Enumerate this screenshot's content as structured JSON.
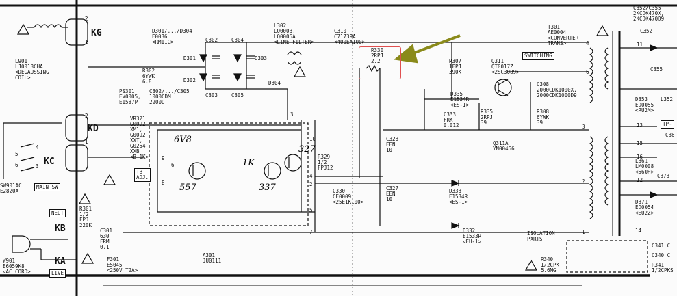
{
  "colors": {
    "ink": "#111111",
    "highlight": "#e05050",
    "arrow": "#8a8a1a"
  },
  "labels": {
    "kg": "KG",
    "kd": "KD",
    "kc": "KC",
    "kb": "KB",
    "ka": "KA",
    "l901": "L901\nLJ0013CHA\n<DEGAUSSING\nCOIL>",
    "d301": "D301/.../D304\nE0036\n<RM11C>",
    "c302": "C302",
    "c304": "C304",
    "d301b": "D301",
    "d302": "D302",
    "d303": "D303",
    "d304": "D304",
    "c303": "C303",
    "c305": "C305",
    "l302": "L302\nLQ0003,\nLQ0005A\n<LINE FILTER>",
    "c310": "C310\nC71739A\n<400EA100>",
    "r330": "R330\n2RPJ\n2.2",
    "t301": "T301\nAE0004\n<CONVERTER\nTRANS>",
    "c352_355": "C352/C355\n2KCDK470X,\n2KCDK470D9",
    "c352": "C352",
    "c355": "C355",
    "switching": "SWITCHING",
    "r307": "R307\n1FPJ\n390K",
    "q311": "Q311\nQT0017Z\n<2SC3089>",
    "d335": "D335\nE1534R\n<ES-1>",
    "c333": "C333\nFRK\n0.012",
    "r335": "R335\n2RPJ\n39",
    "c308": "C308\n2000CDK1000X,\n2000CDK1000D9",
    "r308": "R308\n6YWK\n39",
    "d353": "D353\nED0055\n<RU2M>",
    "l352": "L352",
    "r302": "R302\n6YWK\n6.8",
    "ps301": "PS301\nEV0005,\nE1587P",
    "c302_305": "C302/.../C305\n1000CDM\n2200D",
    "vr321": "VR321\nG0092\nXM1,\nG0092\nXXT,\nG0254\nXXB\n<B-1K>",
    "badj": "+B\nADJ.",
    "r329": "R329\n1/2\nFPJ12",
    "c328": "C328\nEEN\n10",
    "c330": "C330\nCE0009\n<25E1K100>",
    "c327": "C327\nEEN\n10",
    "q311a": "Q311A\nYN00456",
    "d333": "D333\nE1534R\n<ES-1>",
    "d332": "D332\nE1533R\n<EU-1>",
    "l361": "L361\nLM0008\n<56UH>",
    "tp": "TP-",
    "c36": "C36",
    "c373": "C373",
    "d371": "D371\nED0054\n<EU2Z>",
    "isolation": "ISOLATION\nPARTS",
    "c341": "C341 C",
    "c340": "C340 C",
    "r341": "R341\n1/2CPKS",
    "r340": "R340\n1/2CPK\n5.6MG",
    "sw901": "SW901AC\nE2820A",
    "main_sw": "MAIN SW",
    "neut": "NEUT",
    "live": "LIVE",
    "r301": "R301\n1/2\nFPJ\n220K",
    "c301": "C301\n630\nFRM\n0.1",
    "f301": "F301\nE5045\n<250V T2A>",
    "a301": "A301\nJU0111",
    "w901": "W901\nE6059K8\n<AC CORD>",
    "pin2a": "2",
    "pin1a": "1",
    "pin2b": "2",
    "pin1b": "1",
    "n3": "3",
    "n10": "10",
    "n9": "9",
    "n6": "6",
    "n8": "8",
    "n4": "4",
    "n2": "2",
    "n5": "5",
    "n7": "7",
    "p4": "4",
    "p6": "6",
    "p3": "3",
    "p2": "2",
    "p1": "1",
    "p14": "14",
    "p11": "11",
    "p13": "13",
    "p15": "15",
    "p16": "16",
    "p12": "12",
    "s5": "5",
    "s6": "6",
    "s4": "4",
    "s3": "3",
    "hw_6v8": "6V8",
    "hw_1k": "1K",
    "hw_327": "327",
    "hw_557": "557",
    "hw_337": "337"
  }
}
